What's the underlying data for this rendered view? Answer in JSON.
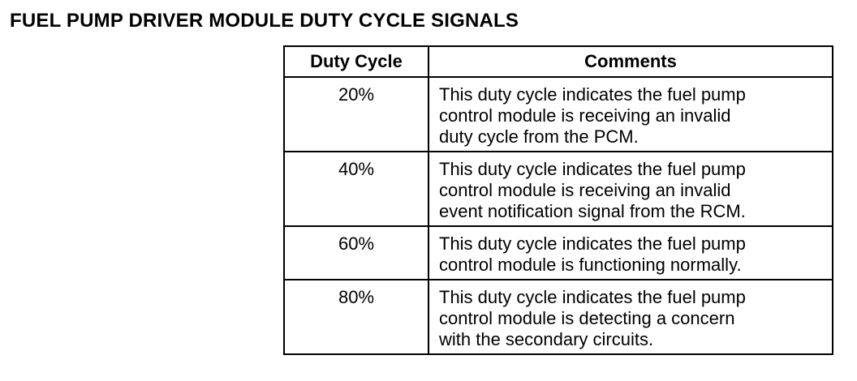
{
  "title": "FUEL PUMP DRIVER MODULE DUTY CYCLE SIGNALS",
  "table": {
    "headers": [
      "Duty Cycle",
      "Comments"
    ],
    "rows": [
      {
        "duty": "20%",
        "comment": [
          "This duty cycle indicates the fuel pump",
          "control module is receiving an invalid",
          "duty cycle from the PCM."
        ]
      },
      {
        "duty": "40%",
        "comment": [
          "This duty cycle indicates the fuel pump",
          "control module is receiving an invalid",
          "event notification signal from the RCM."
        ]
      },
      {
        "duty": "60%",
        "comment": [
          "This duty cycle indicates the fuel pump",
          "control module is functioning normally."
        ]
      },
      {
        "duty": "80%",
        "comment": [
          "This duty cycle indicates the fuel pump",
          "control module is detecting a concern",
          "with the secondary circuits."
        ]
      }
    ]
  }
}
